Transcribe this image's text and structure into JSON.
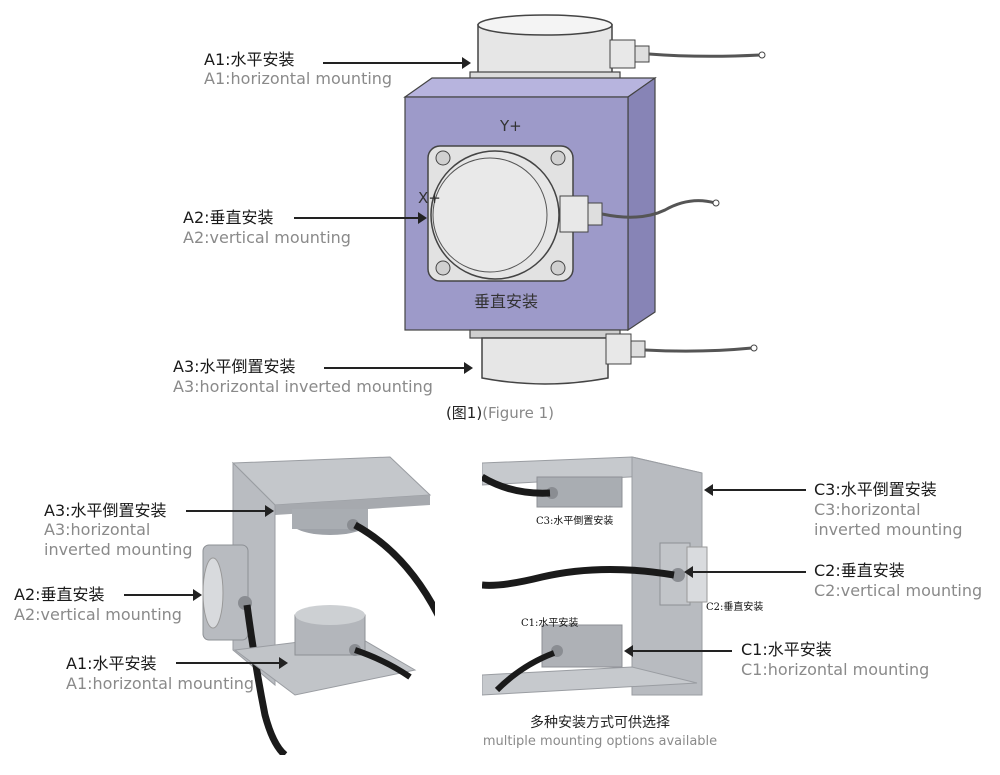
{
  "figure1": {
    "labels": [
      {
        "cn": "A1:水平安装",
        "en": "A1:horizontal mounting"
      },
      {
        "cn": "A2:垂直安装",
        "en": "A2:vertical mounting"
      },
      {
        "cn": "A3:水平倒置安装",
        "en": "A3:horizontal inverted mounting"
      }
    ],
    "block_text": {
      "y": "Y+",
      "x": "X+",
      "cn": "垂直安装"
    },
    "caption_cn": "(图1)",
    "caption_en": "(Figure 1)"
  },
  "photo_left": {
    "labels": [
      {
        "cn": "A3:水平倒置安装",
        "en1": "A3:horizontal",
        "en2": "inverted mounting"
      },
      {
        "cn": "A2:垂直安装",
        "en": "A2:vertical mounting"
      },
      {
        "cn": "A1:水平安装",
        "en": "A1:horizontal mounting"
      }
    ]
  },
  "photo_right": {
    "labels": [
      {
        "cn": "C3:水平倒置安装",
        "en1": "C3:horizontal",
        "en2": "inverted mounting"
      },
      {
        "cn": "C2:垂直安装",
        "en": "C2:vertical mounting"
      },
      {
        "cn": "C1:水平安装",
        "en": "C1:horizontal mounting"
      }
    ],
    "inline": {
      "c3": "C3:水平倒置安装",
      "c2": "C2:垂直安装",
      "c1": "C1:水平安装"
    }
  },
  "footer": {
    "cn": "多种安装方式可供选择",
    "en": "multiple mounting options available"
  },
  "colors": {
    "block": "#9d9ac9",
    "metal": "#c9ccd0",
    "cable": "#1a1a1a"
  }
}
